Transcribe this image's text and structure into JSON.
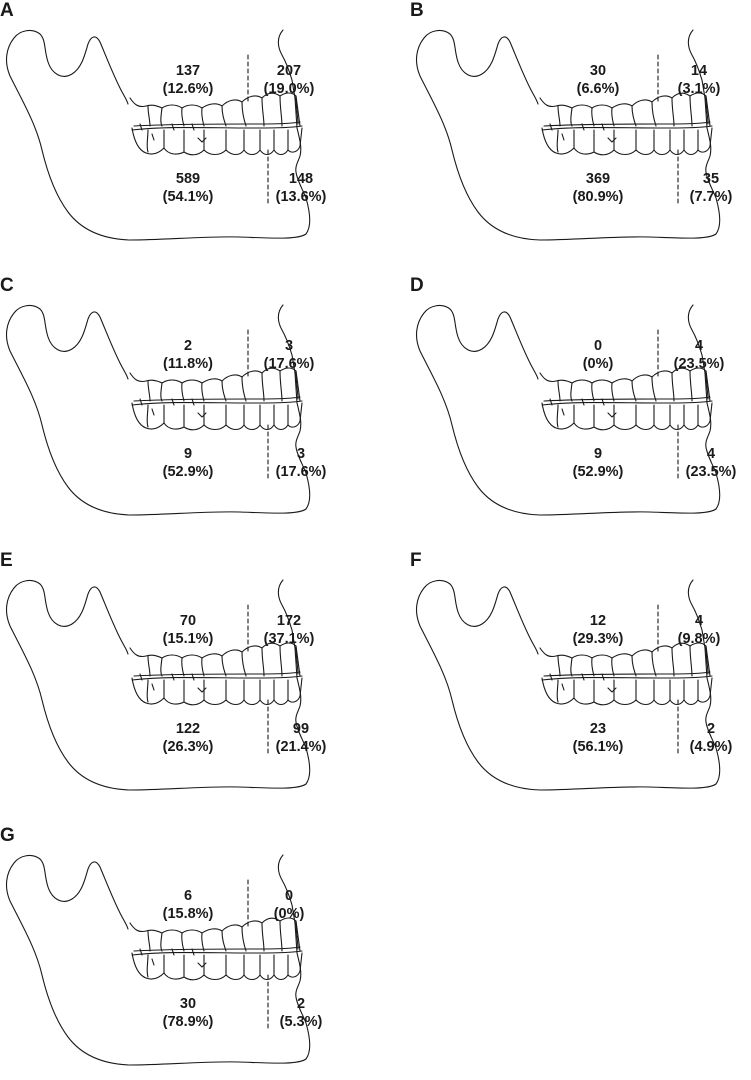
{
  "panels": [
    {
      "label": "A",
      "upper_anterior": {
        "count": "207",
        "percent": "(19.0%)"
      },
      "upper_posterior": {
        "count": "137",
        "percent": "(12.6%)"
      },
      "lower_posterior": {
        "count": "589",
        "percent": "(54.1%)"
      },
      "lower_anterior": {
        "count": "148",
        "percent": "(13.6%)"
      }
    },
    {
      "label": "B",
      "upper_anterior": {
        "count": "14",
        "percent": "(3.1%)"
      },
      "upper_posterior": {
        "count": "30",
        "percent": "(6.6%)"
      },
      "lower_posterior": {
        "count": "369",
        "percent": "(80.9%)"
      },
      "lower_anterior": {
        "count": "35",
        "percent": "(7.7%)"
      }
    },
    {
      "label": "C",
      "upper_anterior": {
        "count": "3",
        "percent": "(17.6%)"
      },
      "upper_posterior": {
        "count": "2",
        "percent": "(11.8%)"
      },
      "lower_posterior": {
        "count": "9",
        "percent": "(52.9%)"
      },
      "lower_anterior": {
        "count": "3",
        "percent": "(17.6%)"
      }
    },
    {
      "label": "D",
      "upper_anterior": {
        "count": "4",
        "percent": "(23.5%)"
      },
      "upper_posterior": {
        "count": "0",
        "percent": "(0%)"
      },
      "lower_posterior": {
        "count": "9",
        "percent": "(52.9%)"
      },
      "lower_anterior": {
        "count": "4",
        "percent": "(23.5%)"
      }
    },
    {
      "label": "E",
      "upper_anterior": {
        "count": "172",
        "percent": "(37.1%)"
      },
      "upper_posterior": {
        "count": "70",
        "percent": "(15.1%)"
      },
      "lower_posterior": {
        "count": "122",
        "percent": "(26.3%)"
      },
      "lower_anterior": {
        "count": "99",
        "percent": "(21.4%)"
      }
    },
    {
      "label": "F",
      "upper_anterior": {
        "count": "4",
        "percent": "(9.8%)"
      },
      "upper_posterior": {
        "count": "12",
        "percent": "(29.3%)"
      },
      "lower_posterior": {
        "count": "23",
        "percent": "(56.1%)"
      },
      "lower_anterior": {
        "count": "2",
        "percent": "(4.9%)"
      }
    },
    {
      "label": "G",
      "upper_anterior": {
        "count": "0",
        "percent": "(0%)"
      },
      "upper_posterior": {
        "count": "6",
        "percent": "(15.8%)"
      },
      "lower_posterior": {
        "count": "30",
        "percent": "(78.9%)"
      },
      "lower_anterior": {
        "count": "2",
        "percent": "(5.3%)"
      }
    }
  ],
  "colors": {
    "line": "#1a1a1a",
    "text": "#1a1a1a",
    "background": "#ffffff"
  }
}
